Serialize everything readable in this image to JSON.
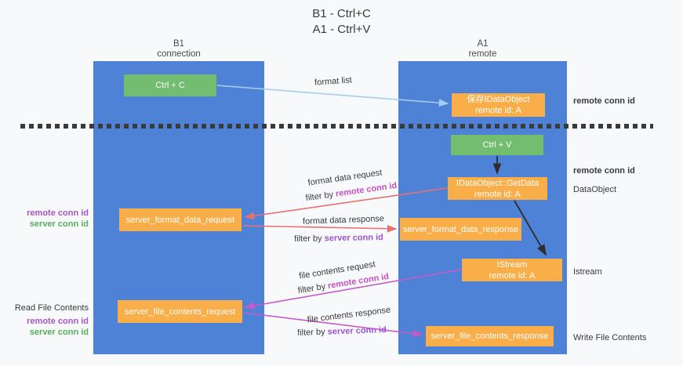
{
  "colors": {
    "background": "#f8f9fb",
    "lane_blue": "#4e82d6",
    "box_green": "#72bd70",
    "box_orange": "#f9ae49",
    "arrow_light_blue": "#a6cdf0",
    "arrow_red": "#e87070",
    "arrow_magenta": "#c65bc8",
    "arrow_black": "#2e2e2e",
    "label_purple": "#a855c4",
    "label_green": "#56ad5a",
    "label_magenta": "#c553be",
    "label_violet": "#9d53d2",
    "text_dark": "#3a3a3a"
  },
  "title": {
    "line1": "B1 - Ctrl+C",
    "line2": "A1 - Ctrl+V"
  },
  "lanes": {
    "left": {
      "name": "B1",
      "role": "connection"
    },
    "right": {
      "name": "A1",
      "role": "remote"
    }
  },
  "boxes": {
    "ctrl_c": {
      "label": "Ctrl + C"
    },
    "ctrl_v": {
      "label": "Ctrl + V"
    },
    "save_dataobject": {
      "line1": "保存IDataObject",
      "line2": "remote id: A"
    },
    "getdata": {
      "line1": "IDataObject::GetData",
      "line2": "remote id: A"
    },
    "server_format_data_request": {
      "label": "server_format_data_request"
    },
    "server_format_data_response": {
      "label": "server_format_data_response"
    },
    "istream": {
      "line1": "IStream",
      "line2": "remote id: A"
    },
    "server_file_contents_request": {
      "label": "server_file_contents_request"
    },
    "server_file_contents_response": {
      "label": "server_file_contents_response"
    }
  },
  "edge_labels": {
    "format_list": "format list",
    "format_data_request": "format data request",
    "format_data_request_filter": {
      "prefix": "filter by ",
      "key": "remote conn id"
    },
    "format_data_response": "format data response",
    "format_data_response_filter": {
      "prefix": "filter by ",
      "key": "server conn id"
    },
    "file_contents_request": "file contents request",
    "file_contents_request_filter": {
      "prefix": "filter by ",
      "key": "remote conn id"
    },
    "file_contents_response": "file contents response",
    "file_contents_response_filter": {
      "prefix": "filter by ",
      "key": "server conn id"
    }
  },
  "annotations": {
    "left_format": {
      "remote": "remote conn id",
      "server": "server conn id"
    },
    "left_file": {
      "title": "Read File Contents",
      "remote": "remote conn id",
      "server": "server conn id"
    },
    "right_clipboard_conn": "remote conn id",
    "right_dataobject_conn": "remote conn id",
    "right_dataobject": "DataObject",
    "right_istream": "Istream",
    "right_write": "Write File Contents"
  }
}
